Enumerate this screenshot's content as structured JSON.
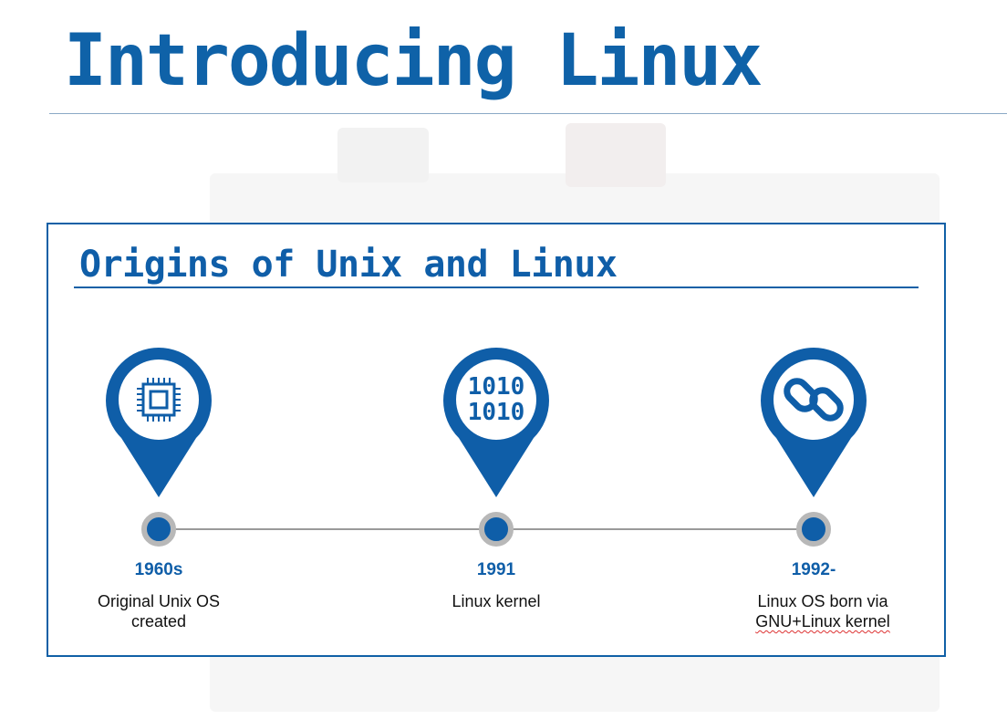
{
  "slide": {
    "title": "Introducing Linux"
  },
  "card": {
    "title": "Origins of Unix and Linux"
  },
  "colors": {
    "primary": "#0f5ea8",
    "marker_ring": "#b8b8b8",
    "timeline": "#9a9a9a"
  },
  "milestones": [
    {
      "icon": "chip-icon",
      "year": "1960s",
      "desc_line1": "Original Unix OS",
      "desc_line2": "created"
    },
    {
      "icon": "binary-icon",
      "year": "1991",
      "desc_line1": "Linux kernel",
      "desc_line2": ""
    },
    {
      "icon": "link-icon",
      "year": "1992-",
      "desc_line1": "Linux OS born via",
      "desc_line2": "GNU+Linux kernel"
    }
  ]
}
